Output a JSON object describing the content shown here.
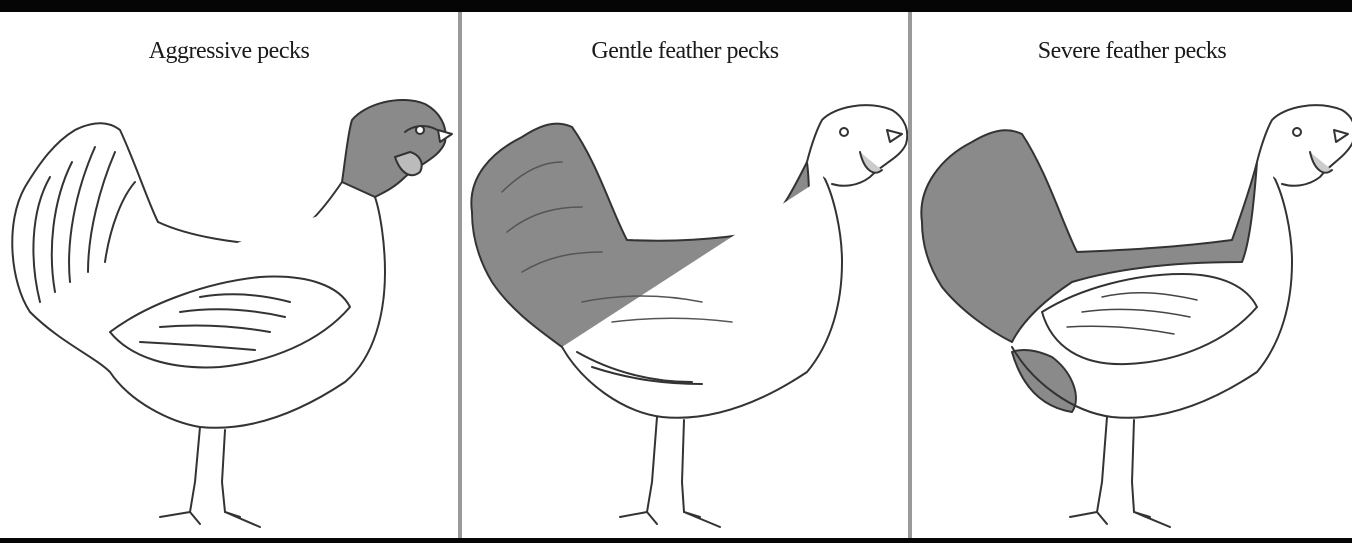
{
  "panels": [
    {
      "title": "Aggressive pecks"
    },
    {
      "title": "Gentle feather pecks"
    },
    {
      "title": "Severe feather pecks"
    }
  ],
  "colors": {
    "shade": "#8a8a8a",
    "outline": "#333333",
    "background": "#ffffff",
    "rule": "#050505",
    "divider": "#9a9a9a"
  }
}
